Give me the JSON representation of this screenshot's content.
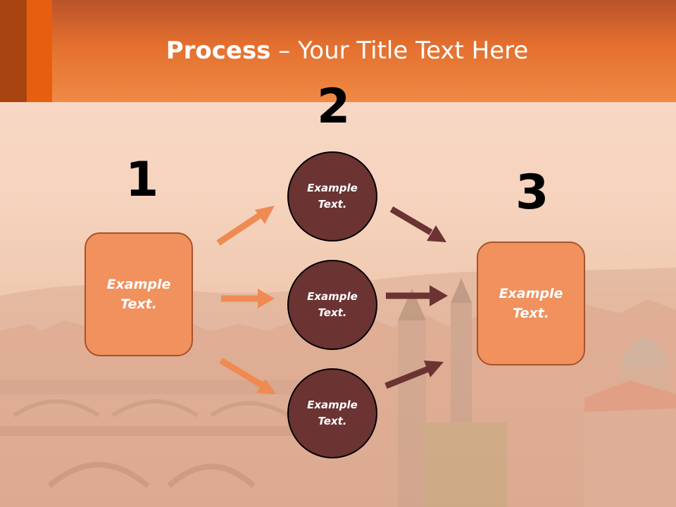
{
  "title": {
    "bold": "Process",
    "rest": " – Your Title Text Here"
  },
  "steps": {
    "n1": "1",
    "n2": "2",
    "n3": "3",
    "box_left": [
      "Example",
      "Text."
    ],
    "box_right": [
      "Example",
      "Text."
    ],
    "circles": [
      [
        "Example",
        "Text."
      ],
      [
        "Example",
        "Text."
      ],
      [
        "Example",
        "Text."
      ]
    ]
  },
  "colors": {
    "header": "#e4702f",
    "box_fill": "#f0915e",
    "circle_fill": "#6b3332",
    "arrow_light": "#ef8a52",
    "arrow_dark": "#6b3332"
  }
}
